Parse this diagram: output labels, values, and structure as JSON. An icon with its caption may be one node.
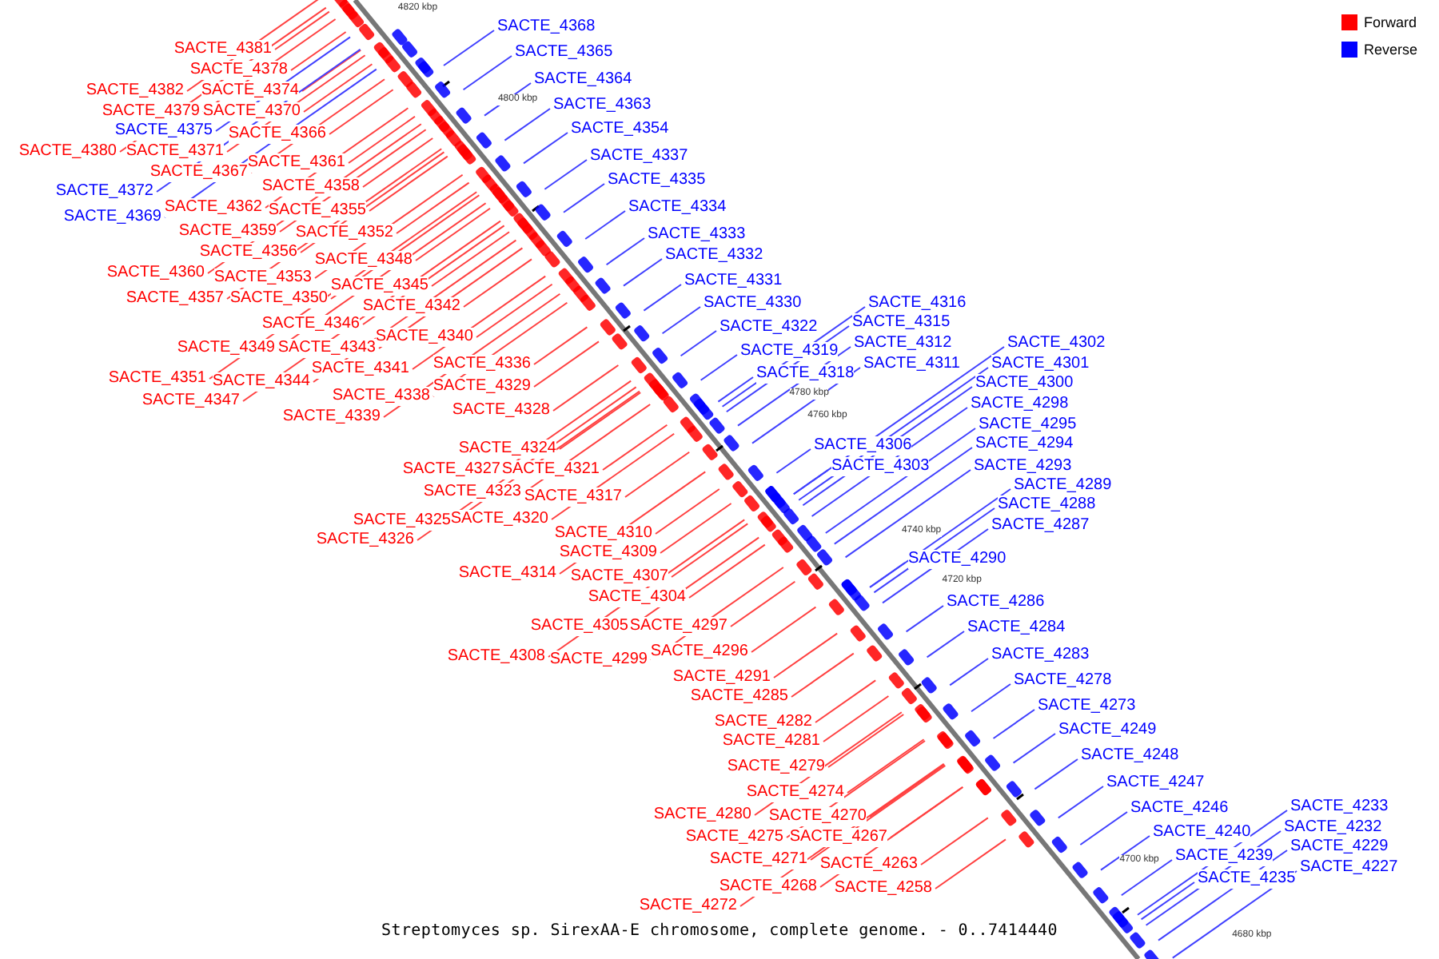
{
  "diagram": {
    "caption": "Streptomyces sp. SirexAA-E chromosome, complete genome. - 0..7414440",
    "nodes": [
      {
        "text": [
          "SACTE_4381"
        ]
      },
      {
        "text": [
          "SACTE_4378"
        ]
      },
      {
        "text": [
          "SACTE_4382"
        ]
      },
      {
        "text": [
          "SACTE_4374"
        ]
      },
      {
        "text": [
          "SACTE_4379"
        ]
      },
      {
        "text": [
          "SACTE_4370"
        ]
      },
      {
        "text": [
          "SACTE_4375"
        ]
      },
      {
        "text": [
          "SACTE_4366"
        ]
      },
      {
        "text": [
          "SACTE_4380"
        ]
      },
      {
        "text": [
          "SACTE_4371"
        ]
      },
      {
        "text": [
          "SACTE_4361"
        ]
      },
      {
        "text": [
          "SACTE_4367"
        ]
      },
      {
        "text": [
          "SACTE_4358"
        ]
      },
      {
        "text": [
          "SACTE_4372"
        ]
      },
      {
        "text": [
          "SACTE_4362"
        ]
      },
      {
        "text": [
          "SACTE_4355"
        ]
      },
      {
        "text": [
          "SACTE_4369"
        ]
      },
      {
        "text": [
          "SACTE_4359"
        ]
      },
      {
        "text": [
          "SACTE_4352"
        ]
      },
      {
        "text": [
          "SACTE_4356"
        ]
      },
      {
        "text": [
          "SACTE_4348"
        ]
      },
      {
        "text": [
          "SACTE_4360"
        ]
      },
      {
        "text": [
          "SACTE_4353"
        ]
      },
      {
        "text": [
          "SACTE_4345"
        ]
      },
      {
        "text": [
          "SACTE_4357"
        ]
      },
      {
        "text": [
          "SACTE_4350"
        ]
      },
      {
        "text": [
          "SACTE_4342"
        ]
      },
      {
        "text": [
          "SACTE_4346"
        ]
      },
      {
        "text": [
          "SACTE_4340"
        ]
      },
      {
        "text": [
          "SACTE_4349"
        ]
      },
      {
        "text": [
          "SACTE_4343"
        ]
      },
      {
        "text": [
          "SACTE_4336"
        ]
      },
      {
        "text": [
          "SACTE_4341"
        ]
      },
      {
        "text": [
          "SACTE_4351"
        ]
      },
      {
        "text": [
          "SACTE_4344"
        ]
      },
      {
        "text": [
          "SACTE_4329"
        ]
      },
      {
        "text": [
          "SACTE_4338"
        ]
      },
      {
        "text": [
          "SACTE_4347"
        ]
      },
      {
        "text": [
          "SACTE_4328"
        ]
      },
      {
        "text": [
          "SACTE_4339"
        ]
      },
      {
        "text": [
          "SACTE_4324"
        ]
      },
      {
        "text": [
          "SACTE_4327"
        ]
      },
      {
        "text": [
          "SACTE_4321"
        ]
      },
      {
        "text": [
          "SACTE_4323"
        ]
      },
      {
        "text": [
          "SACTE_4317"
        ]
      },
      {
        "text": [
          "SACTE_4325"
        ]
      },
      {
        "text": [
          "SACTE_4320"
        ]
      },
      {
        "text": [
          "SACTE_4326"
        ]
      },
      {
        "text": [
          "SACTE_4310"
        ]
      },
      {
        "text": [
          "SACTE_4309"
        ]
      },
      {
        "text": [
          "SACTE_4314"
        ]
      },
      {
        "text": [
          "SACTE_4307"
        ]
      },
      {
        "text": [
          "SACTE_4304"
        ]
      },
      {
        "text": [
          "SACTE_4305"
        ]
      },
      {
        "text": [
          "SACTE_4297"
        ]
      },
      {
        "text": [
          "SACTE_4296"
        ]
      },
      {
        "text": [
          "SACTE_4308"
        ]
      },
      {
        "text": [
          "SACTE_4299"
        ]
      },
      {
        "text": [
          "SACTE_4291"
        ]
      },
      {
        "text": [
          "SACTE_4285"
        ]
      },
      {
        "text": [
          "SACTE_4282"
        ]
      },
      {
        "text": [
          "SACTE_4281"
        ]
      },
      {
        "text": [
          "SACTE_4279"
        ]
      },
      {
        "text": [
          "SACTE_4274"
        ]
      },
      {
        "text": [
          "SACTE_4280"
        ]
      },
      {
        "text": [
          "SACTE_4270"
        ]
      },
      {
        "text": [
          "SACTE_4275"
        ]
      },
      {
        "text": [
          "SACTE_4267"
        ]
      },
      {
        "text": [
          "SACTE_4271"
        ]
      },
      {
        "text": [
          "SACTE_4263"
        ]
      },
      {
        "text": [
          "SACTE_4268"
        ]
      },
      {
        "text": [
          "SACTE_4258"
        ]
      },
      {
        "text": [
          "SACTE_4272"
        ]
      },
      {
        "text": [
          "SACTE_4368"
        ]
      },
      {
        "text": [
          "SACTE_4365"
        ]
      },
      {
        "text": [
          "SACTE_4364"
        ]
      },
      {
        "text": [
          "SACTE_4363"
        ]
      },
      {
        "text": [
          "SACTE_4354"
        ]
      },
      {
        "text": [
          "SACTE_4337"
        ]
      },
      {
        "text": [
          "SACTE_4335"
        ]
      },
      {
        "text": [
          "SACTE_4334"
        ]
      },
      {
        "text": [
          "SACTE_4333"
        ]
      },
      {
        "text": [
          "SACTE_4332"
        ]
      },
      {
        "text": [
          "SACTE_4331"
        ]
      },
      {
        "text": [
          "SACTE_4330"
        ]
      },
      {
        "text": [
          "SACTE_4316"
        ]
      },
      {
        "text": [
          "SACTE_4315"
        ]
      },
      {
        "text": [
          "SACTE_4322"
        ]
      },
      {
        "text": [
          "SACTE_4312"
        ]
      },
      {
        "text": [
          "SACTE_4302"
        ]
      },
      {
        "text": [
          "SACTE_4319"
        ]
      },
      {
        "text": [
          "SACTE_4301"
        ]
      },
      {
        "text": [
          "SACTE_4311"
        ]
      },
      {
        "text": [
          "SACTE_4318"
        ]
      },
      {
        "text": [
          "SACTE_4300"
        ]
      },
      {
        "text": [
          "SACTE_4298"
        ]
      },
      {
        "text": [
          "SACTE_4295"
        ]
      },
      {
        "text": [
          "SACTE_4294"
        ]
      },
      {
        "text": [
          "SACTE_4306"
        ]
      },
      {
        "text": [
          "SACTE_4303"
        ]
      },
      {
        "text": [
          "SACTE_4293"
        ]
      },
      {
        "text": [
          "SACTE_4289"
        ]
      },
      {
        "text": [
          "SACTE_4288"
        ]
      },
      {
        "text": [
          "SACTE_4287"
        ]
      },
      {
        "text": [
          "SACTE_4290"
        ]
      },
      {
        "text": [
          "SACTE_4286"
        ]
      },
      {
        "text": [
          "SACTE_4284"
        ]
      },
      {
        "text": [
          "SACTE_4283"
        ]
      },
      {
        "text": [
          "SACTE_4278"
        ]
      },
      {
        "text": [
          "SACTE_4273"
        ]
      },
      {
        "text": [
          "SACTE_4249"
        ]
      },
      {
        "text": [
          "SACTE_4248"
        ]
      },
      {
        "text": [
          "SACTE_4247"
        ]
      },
      {
        "text": [
          "SACTE_4246"
        ]
      },
      {
        "text": [
          "SACTE_4233"
        ]
      },
      {
        "text": [
          "SACTE_4232"
        ]
      },
      {
        "text": [
          "SACTE_4240"
        ]
      },
      {
        "text": [
          "SACTE_4229"
        ]
      },
      {
        "text": [
          "SACTE_4239"
        ]
      },
      {
        "text": [
          "SACTE_4227"
        ]
      },
      {
        "text": [
          "SACTE_4235"
        ]
      }
    ],
    "edges": [
      {
        "from": 0,
        "to": null,
        "arrow": "none"
      },
      {
        "from": 1,
        "to": null,
        "arrow": "none"
      },
      {
        "from": 2,
        "to": null,
        "arrow": "none"
      },
      {
        "from": 3,
        "to": null,
        "arrow": "none"
      },
      {
        "from": 4,
        "to": null,
        "arrow": "none"
      },
      {
        "from": 5,
        "to": null,
        "arrow": "none"
      },
      {
        "from": 6,
        "to": null,
        "arrow": "none",
        "color": "#4040ff"
      },
      {
        "from": 7,
        "to": null,
        "arrow": "none"
      },
      {
        "from": 8,
        "to": null,
        "arrow": "none"
      },
      {
        "from": 9,
        "to": null,
        "arrow": "none"
      },
      {
        "from": 10,
        "to": null,
        "arrow": "none"
      },
      {
        "from": 11,
        "to": null,
        "arrow": "none"
      },
      {
        "from": 12,
        "to": null,
        "arrow": "none"
      },
      {
        "from": 13,
        "to": null,
        "arrow": "none",
        "color": "#4040ff"
      },
      {
        "from": 14,
        "to": null,
        "arrow": "none"
      },
      {
        "from": 15,
        "to": null,
        "arrow": "none"
      },
      {
        "from": 16,
        "to": null,
        "arrow": "none",
        "color": "#4040ff"
      },
      {
        "from": 17,
        "to": null,
        "arrow": "none"
      },
      {
        "from": 18,
        "to": null,
        "arrow": "none"
      },
      {
        "from": 19,
        "to": null,
        "arrow": "none"
      },
      {
        "from": 20,
        "to": null,
        "arrow": "none"
      },
      {
        "from": 21,
        "to": null,
        "arrow": "none"
      },
      {
        "from": 22,
        "to": null,
        "arrow": "none"
      },
      {
        "from": 23,
        "to": null,
        "arrow": "none"
      },
      {
        "from": 24,
        "to": null,
        "arrow": "none"
      },
      {
        "from": 25,
        "to": null,
        "arrow": "none"
      },
      {
        "from": 26,
        "to": null,
        "arrow": "none"
      },
      {
        "from": 27,
        "to": null,
        "arrow": "none"
      },
      {
        "from": 28,
        "to": null,
        "arrow": "none"
      },
      {
        "from": 29,
        "to": null,
        "arrow": "none"
      },
      {
        "from": 30,
        "to": null,
        "arrow": "none"
      },
      {
        "from": 31,
        "to": null,
        "arrow": "none"
      },
      {
        "from": 32,
        "to": null,
        "arrow": "none"
      },
      {
        "from": 33,
        "to": null,
        "arrow": "none"
      },
      {
        "from": 34,
        "to": null,
        "arrow": "none"
      },
      {
        "from": 35,
        "to": null,
        "arrow": "none"
      },
      {
        "from": 36,
        "to": null,
        "arrow": "none"
      },
      {
        "from": 37,
        "to": null,
        "arrow": "none"
      },
      {
        "from": 38,
        "to": null,
        "arrow": "none"
      },
      {
        "from": 39,
        "to": null,
        "arrow": "none"
      },
      {
        "from": 40,
        "to": null,
        "arrow": "none"
      },
      {
        "from": 41,
        "to": null,
        "arrow": "none"
      },
      {
        "from": 42,
        "to": null,
        "arrow": "none"
      },
      {
        "from": 43,
        "to": null,
        "arrow": "none"
      },
      {
        "from": 44,
        "to": null,
        "arrow": "none"
      },
      {
        "from": 45,
        "to": null,
        "arrow": "none"
      },
      {
        "from": 46,
        "to": null,
        "arrow": "none"
      },
      {
        "from": 47,
        "to": null,
        "arrow": "none"
      },
      {
        "from": 48,
        "to": null,
        "arrow": "none"
      },
      {
        "from": 49,
        "to": null,
        "arrow": "none"
      },
      {
        "from": 50,
        "to": null,
        "arrow": "none"
      },
      {
        "from": 51,
        "to": null,
        "arrow": "none"
      },
      {
        "from": 52,
        "to": null,
        "arrow": "none"
      },
      {
        "from": 53,
        "to": null,
        "arrow": "none"
      },
      {
        "from": 54,
        "to": null,
        "arrow": "none"
      },
      {
        "from": 55,
        "to": null,
        "arrow": "none"
      },
      {
        "from": 56,
        "to": null,
        "arrow": "none"
      },
      {
        "from": 57,
        "to": null,
        "arrow": "none"
      },
      {
        "from": 58,
        "to": null,
        "arrow": "none"
      },
      {
        "from": 59,
        "to": null,
        "arrow": "none"
      },
      {
        "from": 60,
        "to": null,
        "arrow": "none"
      },
      {
        "from": 61,
        "to": null,
        "arrow": "none"
      },
      {
        "from": 62,
        "to": null,
        "arrow": "none"
      },
      {
        "from": 63,
        "to": null,
        "arrow": "none"
      },
      {
        "from": 64,
        "to": null,
        "arrow": "none"
      },
      {
        "from": 65,
        "to": null,
        "arrow": "none"
      },
      {
        "from": 66,
        "to": null,
        "arrow": "none"
      },
      {
        "from": 67,
        "to": null,
        "arrow": "none"
      },
      {
        "from": 68,
        "to": null,
        "arrow": "none"
      },
      {
        "from": 69,
        "to": null,
        "arrow": "none"
      },
      {
        "from": 70,
        "to": null,
        "arrow": "none"
      },
      {
        "from": 71,
        "to": null,
        "arrow": "none"
      },
      {
        "from": 72,
        "to": null,
        "arrow": "none"
      },
      {
        "from": 73,
        "to": null,
        "arrow": "none",
        "color": "#4040ff"
      },
      {
        "from": 74,
        "to": null,
        "arrow": "none",
        "color": "#4040ff"
      },
      {
        "from": 75,
        "to": null,
        "arrow": "none",
        "color": "#4040ff"
      },
      {
        "from": 76,
        "to": null,
        "arrow": "none",
        "color": "#4040ff"
      },
      {
        "from": 77,
        "to": null,
        "arrow": "none",
        "color": "#4040ff"
      },
      {
        "from": 78,
        "to": null,
        "arrow": "none",
        "color": "#4040ff"
      },
      {
        "from": 79,
        "to": null,
        "arrow": "none",
        "color": "#4040ff"
      },
      {
        "from": 80,
        "to": null,
        "arrow": "none",
        "color": "#4040ff"
      },
      {
        "from": 81,
        "to": null,
        "arrow": "none",
        "color": "#4040ff"
      },
      {
        "from": 82,
        "to": null,
        "arrow": "none",
        "color": "#4040ff"
      },
      {
        "from": 83,
        "to": null,
        "arrow": "none",
        "color": "#4040ff"
      },
      {
        "from": 84,
        "to": null,
        "arrow": "none",
        "color": "#4040ff"
      },
      {
        "from": 85,
        "to": null,
        "arrow": "none",
        "color": "#4040ff"
      },
      {
        "from": 86,
        "to": null,
        "arrow": "none",
        "color": "#4040ff"
      },
      {
        "from": 87,
        "to": null,
        "arrow": "none",
        "color": "#4040ff"
      },
      {
        "from": 88,
        "to": null,
        "arrow": "none",
        "color": "#4040ff"
      },
      {
        "from": 89,
        "to": null,
        "arrow": "none",
        "color": "#4040ff"
      },
      {
        "from": 90,
        "to": null,
        "arrow": "none",
        "color": "#4040ff"
      },
      {
        "from": 91,
        "to": null,
        "arrow": "none",
        "color": "#4040ff"
      },
      {
        "from": 92,
        "to": null,
        "arrow": "none",
        "color": "#4040ff"
      },
      {
        "from": 93,
        "to": null,
        "arrow": "none",
        "color": "#4040ff"
      },
      {
        "from": 94,
        "to": null,
        "arrow": "none",
        "color": "#4040ff"
      },
      {
        "from": 95,
        "to": null,
        "arrow": "none",
        "color": "#4040ff"
      },
      {
        "from": 96,
        "to": null,
        "arrow": "none",
        "color": "#4040ff"
      },
      {
        "from": 97,
        "to": null,
        "arrow": "none",
        "color": "#4040ff"
      },
      {
        "from": 98,
        "to": null,
        "arrow": "none",
        "color": "#4040ff"
      },
      {
        "from": 99,
        "to": null,
        "arrow": "none",
        "color": "#4040ff"
      },
      {
        "from": 100,
        "to": null,
        "arrow": "none",
        "color": "#4040ff"
      },
      {
        "from": 101,
        "to": null,
        "arrow": "none",
        "color": "#4040ff"
      },
      {
        "from": 102,
        "to": null,
        "arrow": "none",
        "color": "#4040ff"
      },
      {
        "from": 103,
        "to": null,
        "arrow": "none",
        "color": "#4040ff"
      },
      {
        "from": 104,
        "to": null,
        "arrow": "none",
        "color": "#4040ff"
      },
      {
        "from": 105,
        "to": null,
        "arrow": "none",
        "color": "#4040ff"
      },
      {
        "from": 106,
        "to": null,
        "arrow": "none",
        "color": "#4040ff"
      },
      {
        "from": 107,
        "to": null,
        "arrow": "none",
        "color": "#4040ff"
      },
      {
        "from": 108,
        "to": null,
        "arrow": "none",
        "color": "#4040ff"
      },
      {
        "from": 109,
        "to": null,
        "arrow": "none",
        "color": "#4040ff"
      },
      {
        "from": 110,
        "to": null,
        "arrow": "none",
        "color": "#4040ff"
      },
      {
        "from": 111,
        "to": null,
        "arrow": "none",
        "color": "#4040ff"
      },
      {
        "from": 112,
        "to": null,
        "arrow": "none",
        "color": "#4040ff"
      },
      {
        "from": 113,
        "to": null,
        "arrow": "none",
        "color": "#4040ff"
      },
      {
        "from": 114,
        "to": null,
        "arrow": "none",
        "color": "#4040ff"
      },
      {
        "from": 115,
        "to": null,
        "arrow": "none",
        "color": "#4040ff"
      },
      {
        "from": 116,
        "to": null,
        "arrow": "none",
        "color": "#4040ff"
      },
      {
        "from": 117,
        "to": null,
        "arrow": "none",
        "color": "#4040ff"
      },
      {
        "from": 118,
        "to": null,
        "arrow": "none",
        "color": "#4040ff"
      },
      {
        "from": 119,
        "to": null,
        "arrow": "none",
        "color": "#4040ff"
      },
      {
        "from": 120,
        "to": null,
        "arrow": "none",
        "color": "#4040ff"
      }
    ],
    "labels": [
      "4820 kbp",
      "4800 kbp",
      "4780 kbp",
      "4760 kbp",
      "4740 kbp",
      "4720 kbp",
      "4700 kbp",
      "4680 kbp"
    ],
    "legend": [
      {
        "text": "Forward",
        "color": "#ff0000"
      },
      {
        "text": "Reverse",
        "color": "#0000ff"
      }
    ]
  }
}
